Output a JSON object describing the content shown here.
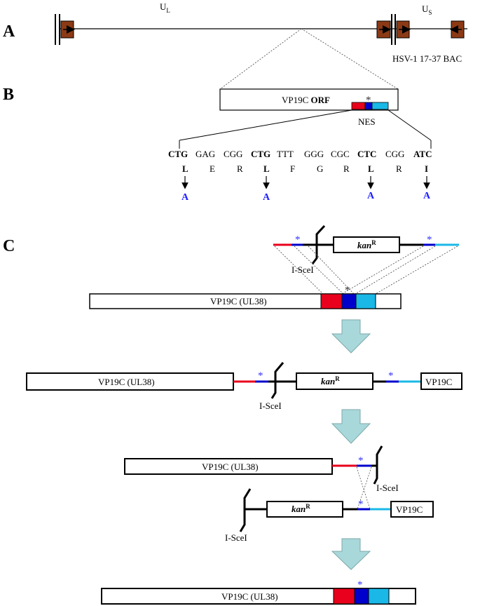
{
  "panels": {
    "a": "A",
    "b": "B",
    "c": "C"
  },
  "genome": {
    "ul_label": "U",
    "ul_sub": "L",
    "us_label": "U",
    "us_sub": "S",
    "bac_label": "HSV-1 17-37 BAC"
  },
  "orf": {
    "label": "VP19C",
    "label_bold": "ORF",
    "nes_label": "NES",
    "star": "*"
  },
  "sequence": {
    "codons": [
      "CTG",
      "GAG",
      "CGG",
      "CTG",
      "TTT",
      "GGG",
      "CGC",
      "CTC",
      "CGG",
      "ATC"
    ],
    "codon_bold": [
      true,
      false,
      false,
      true,
      false,
      false,
      false,
      true,
      false,
      true
    ],
    "residues": [
      "L",
      "E",
      "R",
      "L",
      "F",
      "G",
      "R",
      "L",
      "R",
      "I"
    ],
    "mutations": [
      "A",
      "A",
      "A",
      "A"
    ]
  },
  "steps": {
    "vp19c_u38": "VP19C (UL38)",
    "vp19c_short": "VP19C",
    "kan": "kan",
    "kan_sup": "R",
    "isce": "I-SceI",
    "star": "*"
  },
  "colors": {
    "red": "#e8001c",
    "blue": "#0000cc",
    "cyan": "#1ab8e6",
    "brown": "#8b3a15",
    "arrow_fill": "#a8d8da"
  }
}
